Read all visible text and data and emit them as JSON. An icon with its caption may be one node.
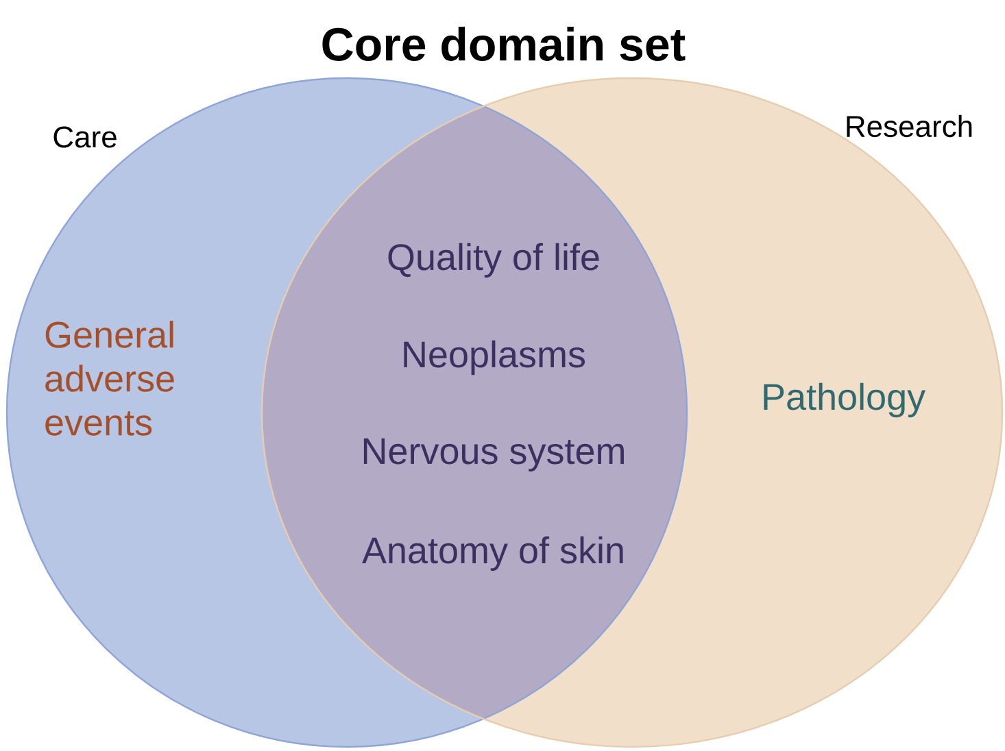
{
  "diagram": {
    "title": "Core domain set",
    "nodes": [
      {
        "text": [
          "Care",
          "General adverse events"
        ]
      },
      {
        "text": [
          "Research",
          "Pathology"
        ]
      }
    ],
    "labels": [
      "Quality of life",
      "Neoplasms",
      "Nervous system",
      "Anatomy of skin"
    ]
  }
}
